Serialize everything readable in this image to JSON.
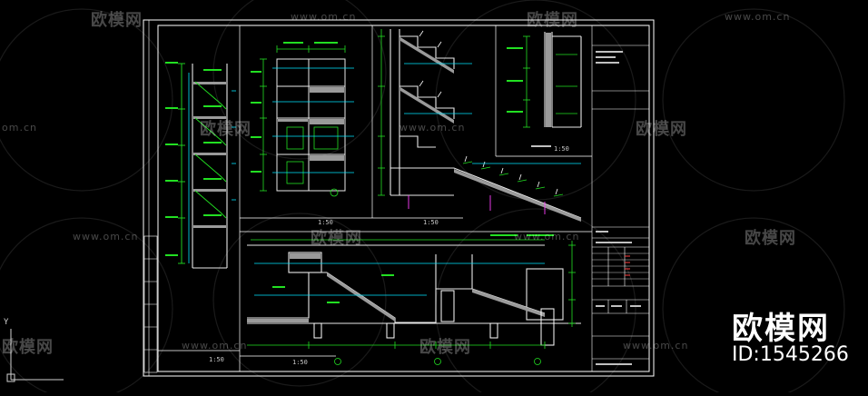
{
  "watermarks": {
    "site_url": "www.om.cn",
    "site_url_short": "om.cn",
    "brand_name": "欧模网"
  },
  "brand_block": {
    "name": "欧模网",
    "id_text": "ID:1545266"
  },
  "drawing": {
    "scale_labels": [
      "1:50",
      "1:50",
      "1:50",
      "1:50",
      "1:50"
    ],
    "ucs_axis_label": "Y"
  },
  "colors": {
    "background": "#000000",
    "frame": "#ffffff",
    "line_green": "#22e022",
    "line_cyan": "#00e5ff",
    "line_white": "#e8e8e8",
    "line_magenta": "#ff40ff",
    "hatch": "#9a9a9a"
  }
}
